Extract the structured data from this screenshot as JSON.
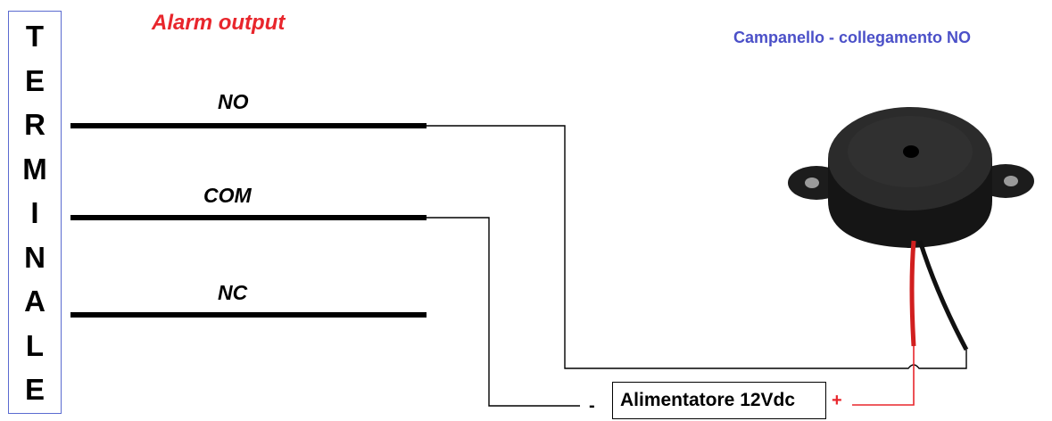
{
  "terminal": {
    "letters": [
      "T",
      "E",
      "R",
      "M",
      "I",
      "N",
      "A",
      "L",
      "E"
    ]
  },
  "alarm_output_label": "Alarm output",
  "subtitle": "Campanello - collegamento NO",
  "contacts": {
    "no": "NO",
    "com": "COM",
    "nc": "NC"
  },
  "power_supply": {
    "label": "Alimentatore 12Vdc",
    "positive": "+",
    "negative": "-"
  },
  "colors": {
    "alarm_title": "#e8262c",
    "subtitle": "#4b50c8",
    "terminal_border": "#5b6bd0",
    "positive_wire": "#e8262c",
    "wire": "#000000"
  },
  "images": {
    "buzzer": "piezo-buzzer-icon"
  }
}
